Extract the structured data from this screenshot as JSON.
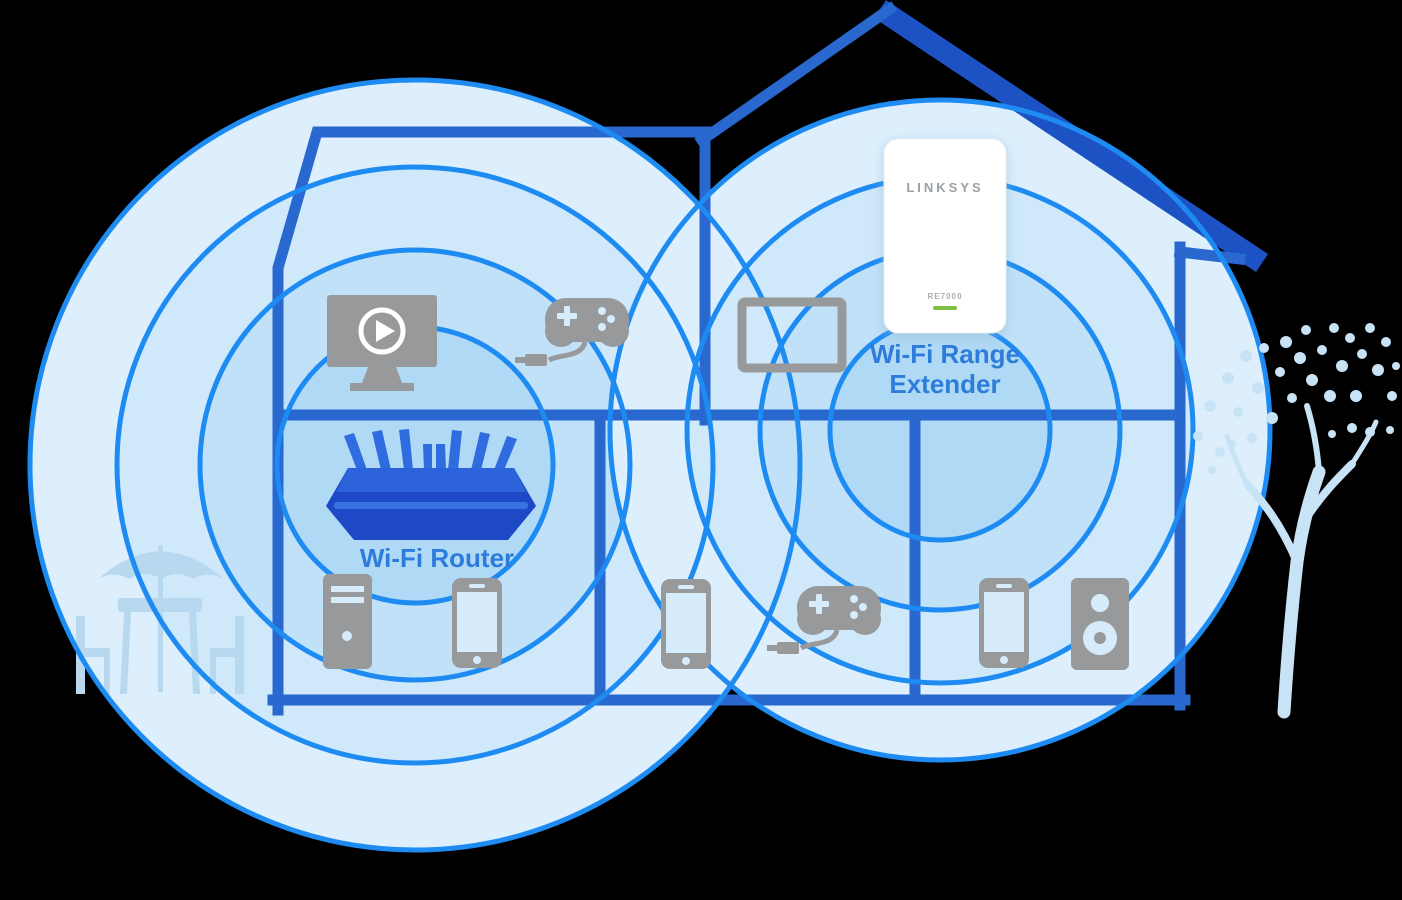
{
  "labels": {
    "router": "Wi-Fi Router",
    "extender_line1": "Wi-Fi Range",
    "extender_line2": "Extender"
  },
  "extender_device": {
    "brand": "LINKSYS",
    "model": "RE7000"
  },
  "rooms": {
    "upstairs_left_devices": [
      "tv-with-play-button",
      "game-controller"
    ],
    "upstairs_right_devices": [
      "flat-screen-tv",
      "wifi-range-extender"
    ],
    "downstairs_left_devices": [
      "wifi-router",
      "desktop-tower",
      "smartphone"
    ],
    "downstairs_middle_devices": [
      "smartphone",
      "game-controller"
    ],
    "downstairs_right_devices": [
      "smartphone",
      "speaker"
    ],
    "outdoor": [
      "patio-table-with-umbrella-and-chairs",
      "tree"
    ]
  },
  "signal": {
    "left_rings": 4,
    "right_rings": 4
  },
  "colors": {
    "background": "#000000",
    "wall_blue": "#2968cf",
    "roof_blue": "#1d52c4",
    "ring_stroke": "#1e8bf2",
    "ring_fills": [
      "#ddeffc",
      "#cfe8fa",
      "#c0e1f8",
      "#b0d9f5"
    ],
    "device_gray": "#97999b",
    "device_light": "#d6ecfa",
    "router_body": "#1e49c6",
    "router_top": "#2d63da",
    "router_antenna": "#2f6ce0",
    "router_stripe": "#3b72e2",
    "label_blue": "#2e7cd9",
    "card_white": "#ffffff",
    "brand_gray": "#9aa0a6",
    "model_gray": "#a9afb5",
    "led_green": "#7bc043",
    "tree_blue": "#c9e3f6",
    "patio_blue": "#b7d8ef"
  }
}
